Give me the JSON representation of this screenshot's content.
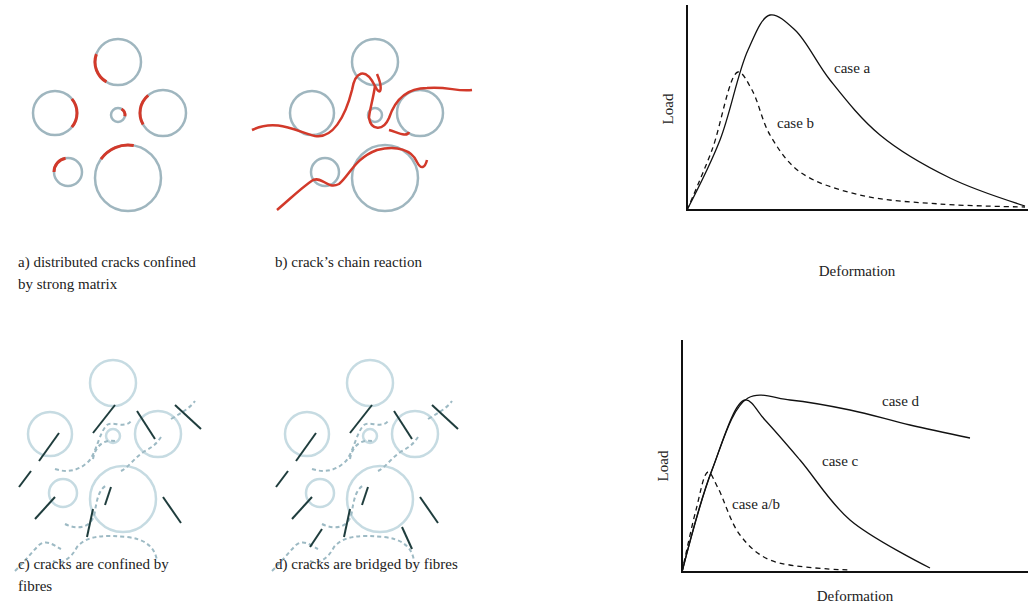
{
  "diagram": {
    "labels": [
      "a) distributed cracks confined by strong matrix",
      "b) crack’s chain reaction",
      "Load",
      "case a",
      "case b",
      "Deformation",
      "c) cracks are confined by fibres",
      "d) cracks are bridged by fibres",
      "Load",
      "case d",
      "case c",
      "case a/b",
      "Deformation"
    ]
  }
}
